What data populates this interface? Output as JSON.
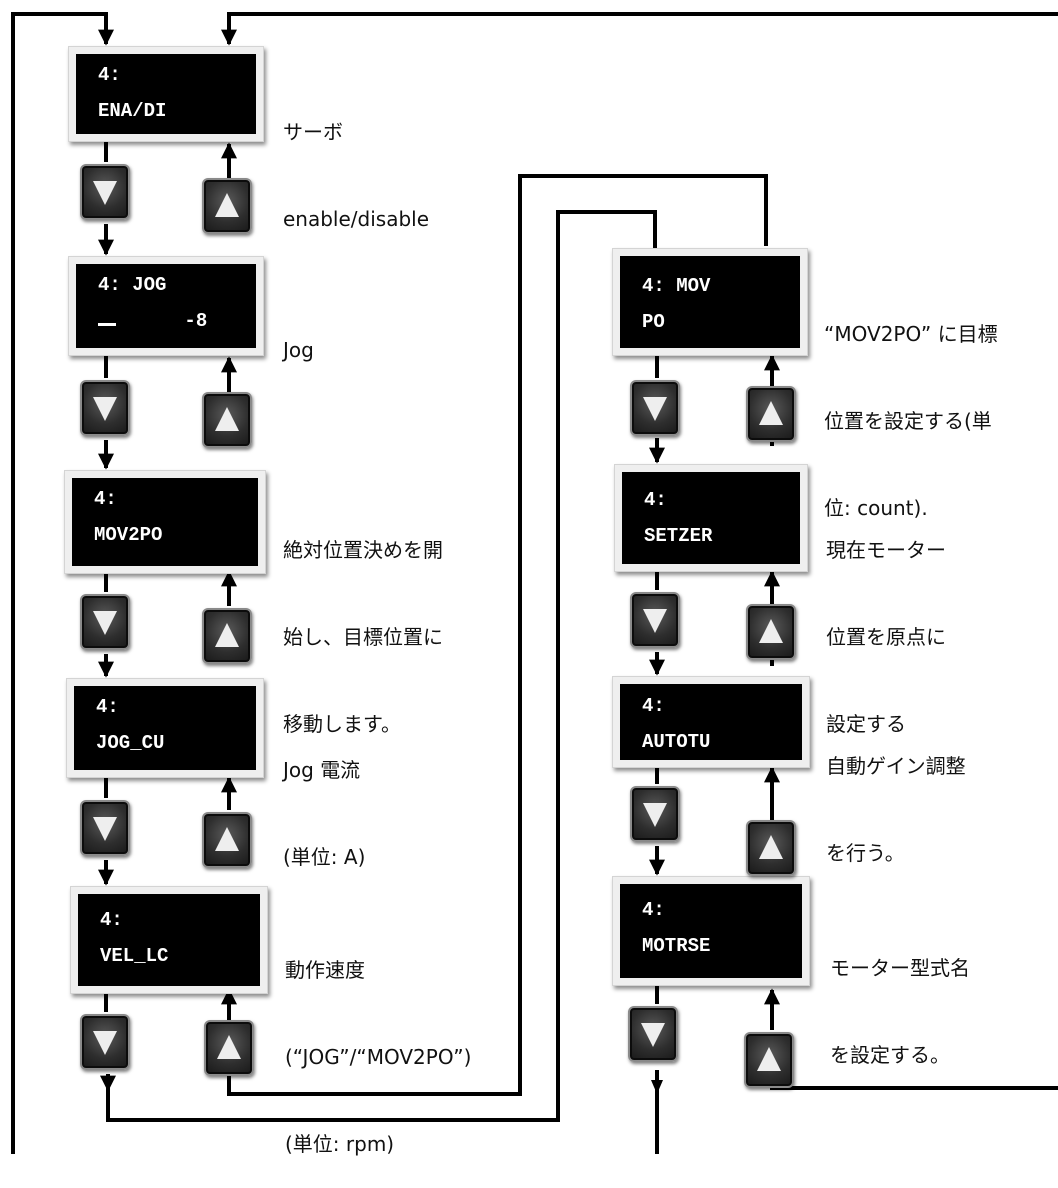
{
  "menu_left": [
    {
      "line1": "4:",
      "line2": "ENA/DI",
      "description": [
        "サーボ",
        "enable/disable"
      ]
    },
    {
      "line1": "4: JOG",
      "line2": "      -8",
      "description": [
        "Jog"
      ]
    },
    {
      "line1": "4:",
      "line2": "MOV2PO",
      "description": [
        "絶対位置決めを開",
        "始し、目標位置に",
        "移動します。"
      ]
    },
    {
      "line1": "4:",
      "line2": "JOG_CU",
      "description": [
        "Jog 電流",
        "(単位: A)"
      ]
    },
    {
      "line1": "4:",
      "line2": "VEL_LC",
      "description": [
        "動作速度",
        "(“JOG”/“MOV2PO”)",
        "(単位: rpm)"
      ]
    }
  ],
  "menu_right": [
    {
      "line1": "4: MOV",
      "line2": "PO",
      "description": [
        "“MOV2PO” に目標",
        "位置を設定する(単",
        "位: count)."
      ]
    },
    {
      "line1": "4:",
      "line2": "SETZER",
      "description": [
        "現在モーター",
        "位置を原点に",
        "設定する"
      ]
    },
    {
      "line1": "4:",
      "line2": "AUTOTU",
      "description": [
        "自動ゲイン調整",
        "を行う。"
      ]
    },
    {
      "line1": "4:",
      "line2": "MOTRSE",
      "description": [
        "モーター型式名",
        "を設定する。"
      ]
    }
  ],
  "keys": {
    "down_icon": "triangle-down-icon",
    "up_icon": "triangle-up-icon"
  },
  "colors": {
    "lcd_background": "#000000",
    "lcd_text": "#ffffff",
    "frame": "#efefef",
    "wire": "#000000"
  }
}
